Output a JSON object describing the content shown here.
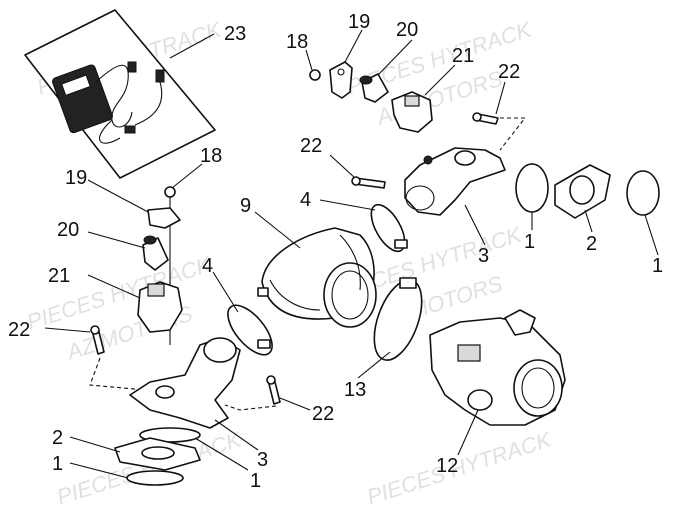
{
  "watermark": {
    "line1": "PIECES HYTRACK",
    "line2": "AZ MOTORS"
  },
  "callouts": [
    {
      "id": "c23",
      "text": "23"
    },
    {
      "id": "c19a",
      "text": "19"
    },
    {
      "id": "c20a",
      "text": "20"
    },
    {
      "id": "c18a",
      "text": "18"
    },
    {
      "id": "c21a",
      "text": "21"
    },
    {
      "id": "c22a",
      "text": "22"
    },
    {
      "id": "c22b",
      "text": "22"
    },
    {
      "id": "c4a",
      "text": "4"
    },
    {
      "id": "c9",
      "text": "9"
    },
    {
      "id": "c1a",
      "text": "1"
    },
    {
      "id": "c2a",
      "text": "2"
    },
    {
      "id": "c1b",
      "text": "1"
    },
    {
      "id": "c3a",
      "text": "3"
    },
    {
      "id": "c19b",
      "text": "19"
    },
    {
      "id": "c18b",
      "text": "18"
    },
    {
      "id": "c20b",
      "text": "20"
    },
    {
      "id": "c21b",
      "text": "21"
    },
    {
      "id": "c4b",
      "text": "4"
    },
    {
      "id": "c22c",
      "text": "22"
    },
    {
      "id": "c13",
      "text": "13"
    },
    {
      "id": "c22d",
      "text": "22"
    },
    {
      "id": "c3b",
      "text": "3"
    },
    {
      "id": "c2b",
      "text": "2"
    },
    {
      "id": "c1c",
      "text": "1"
    },
    {
      "id": "c12",
      "text": "12"
    },
    {
      "id": "c1d",
      "text": "1"
    }
  ]
}
